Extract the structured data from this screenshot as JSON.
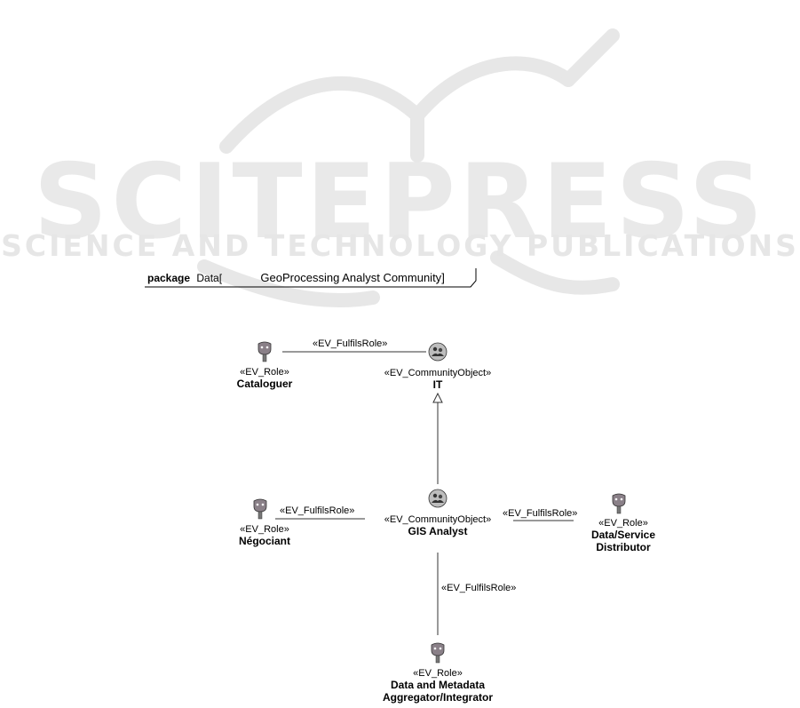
{
  "watermark": {
    "big": "SCITEPRESS",
    "small": "SCIENCE AND TECHNOLOGY PUBLICATIONS"
  },
  "package": {
    "keyword": "package",
    "name": "Data",
    "open_bracket": "[",
    "title": "GeoProcessing Analyst Community",
    "close_bracket": "]"
  },
  "nodes": {
    "cataloguer": {
      "stereotype": "«EV_Role»",
      "name": "Cataloguer",
      "icon": "role-icon"
    },
    "it": {
      "stereotype": "«EV_CommunityObject»",
      "name": "IT",
      "icon": "community-object-icon"
    },
    "gis_analyst": {
      "stereotype": "«EV_CommunityObject»",
      "name": "GIS Analyst",
      "icon": "community-object-icon"
    },
    "negociant": {
      "stereotype": "«EV_Role»",
      "name": "Négociant",
      "icon": "role-icon"
    },
    "distributor": {
      "stereotype": "«EV_Role»",
      "name_line1": "Data/Service",
      "name_line2": "Distributor",
      "icon": "role-icon"
    },
    "aggregator": {
      "stereotype": "«EV_Role»",
      "name_line1": "Data and Metadata",
      "name_line2": "Aggregator/Integrator",
      "icon": "role-icon"
    }
  },
  "edges": {
    "it_cataloguer": "«EV_FulfilsRole»",
    "gis_negociant": "«EV_FulfilsRole»",
    "gis_distributor": "«EV_FulfilsRole»",
    "gis_aggregator": "«EV_FulfilsRole»"
  }
}
